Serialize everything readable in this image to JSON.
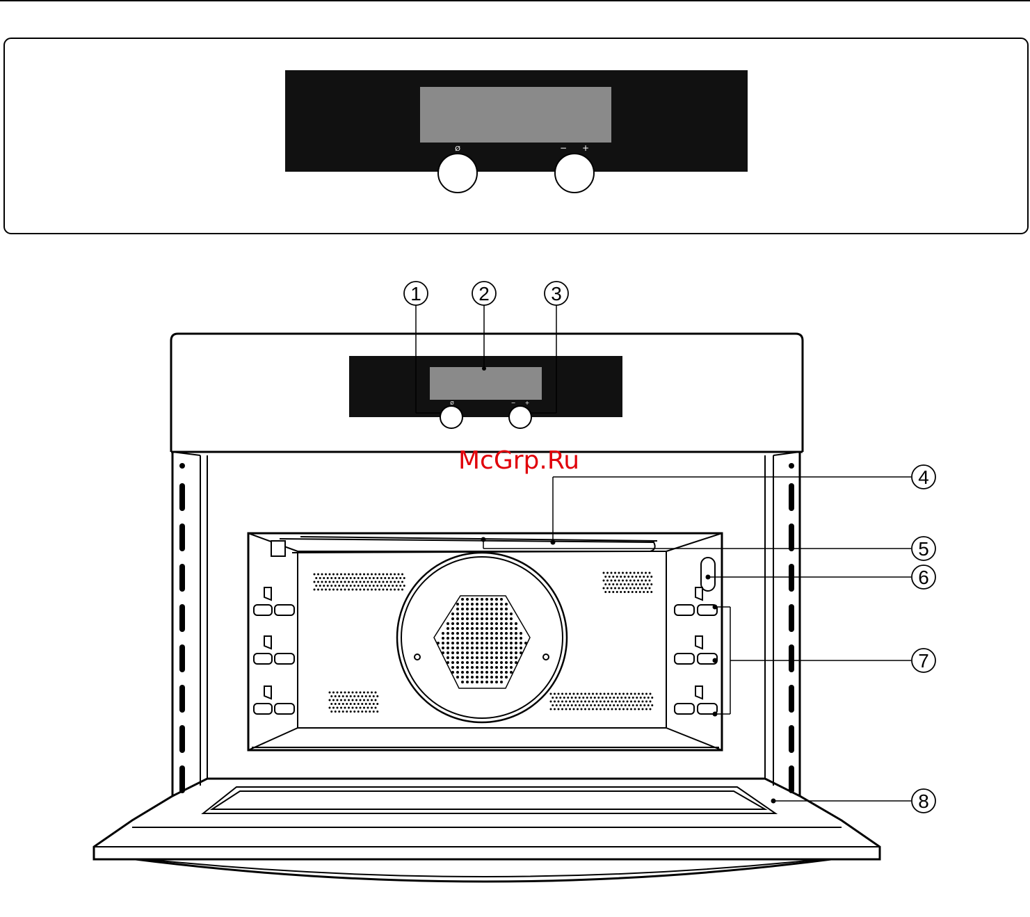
{
  "watermark": "McGrp.Ru",
  "control_panel": {
    "left_knob_symbol": "Ø",
    "right_knob_minus": "−",
    "right_knob_plus": "+"
  },
  "callouts": [
    {
      "number": "1",
      "target": "left-knob"
    },
    {
      "number": "2",
      "target": "display"
    },
    {
      "number": "3",
      "target": "right-knob"
    },
    {
      "number": "4",
      "target": "top-heating-element"
    },
    {
      "number": "5",
      "target": "grill-element"
    },
    {
      "number": "6",
      "target": "lamp"
    },
    {
      "number": "7",
      "target": "shelf-runners"
    },
    {
      "number": "8",
      "target": "door"
    }
  ],
  "colors": {
    "panel": "#111111",
    "display": "#8a8a8a",
    "line": "#000000",
    "watermark": "#e0000a"
  }
}
